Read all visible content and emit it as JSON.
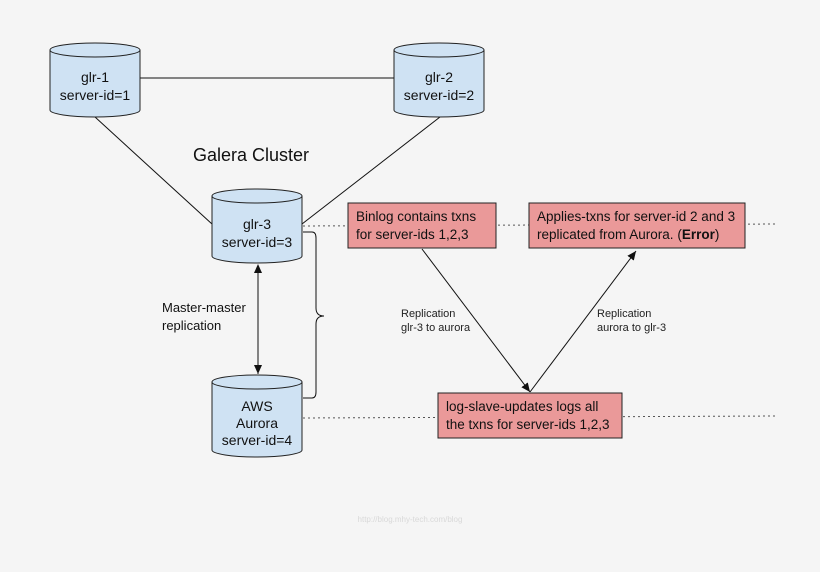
{
  "cluster_title": "Galera Cluster",
  "nodes": {
    "glr1": {
      "line1": "glr-1",
      "line2": "server-id=1"
    },
    "glr2": {
      "line1": "glr-2",
      "line2": "server-id=2"
    },
    "glr3": {
      "line1": "glr-3",
      "line2": "server-id=3"
    },
    "aurora": {
      "line1": "AWS",
      "line2": "Aurora",
      "line3": "server-id=4"
    }
  },
  "master_master": {
    "line1": "Master-master",
    "line2": "replication"
  },
  "notes": {
    "binlog": {
      "line1": "Binlog contains txns",
      "line2": "for server-ids 1,2,3"
    },
    "applies": {
      "line1": "Applies-txns for server-id 2 and 3",
      "line2_prefix": "replicated from Aurora. (",
      "line2_bold": "Error",
      "line2_suffix": ")"
    },
    "log_slave": {
      "line1": "log-slave-updates logs all",
      "line2": "the txns for server-ids 1,2,3"
    }
  },
  "replication_labels": {
    "to_aurora": {
      "line1": "Replication",
      "line2": "glr-3 to  aurora"
    },
    "to_glr3": {
      "line1": "Replication",
      "line2": "aurora to glr-3"
    }
  },
  "watermark": "http://blog.mhy-tech.com/blog",
  "colors": {
    "db_fill": "#cfe2f3",
    "note_fill": "#ea9999",
    "note_border": "#222222",
    "background": "#f5f5f5"
  }
}
